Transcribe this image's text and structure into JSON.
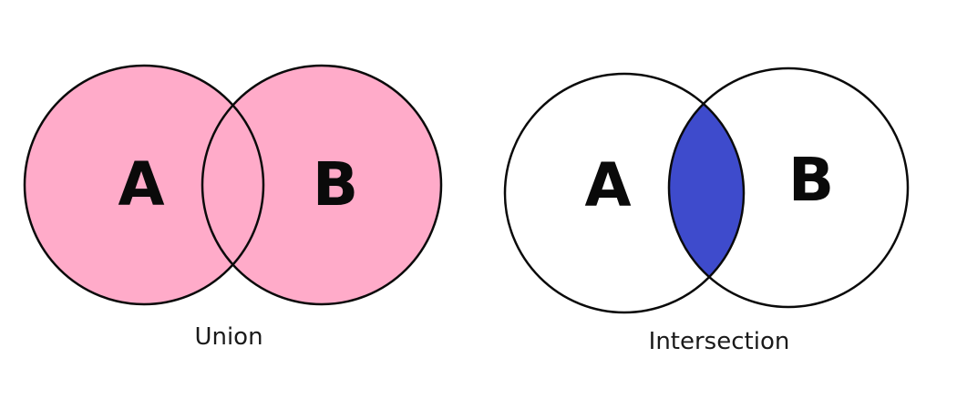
{
  "colors": {
    "union_fill": "#ffabc9",
    "intersection_fill": "#3e4bcc",
    "outline": "#0a0a0a",
    "background": "#ffffff"
  },
  "union": {
    "caption": "Union",
    "set_a_label": "A",
    "set_b_label": "B"
  },
  "intersection": {
    "caption": "Intersection",
    "set_a_label": "A",
    "set_b_label": "B"
  }
}
